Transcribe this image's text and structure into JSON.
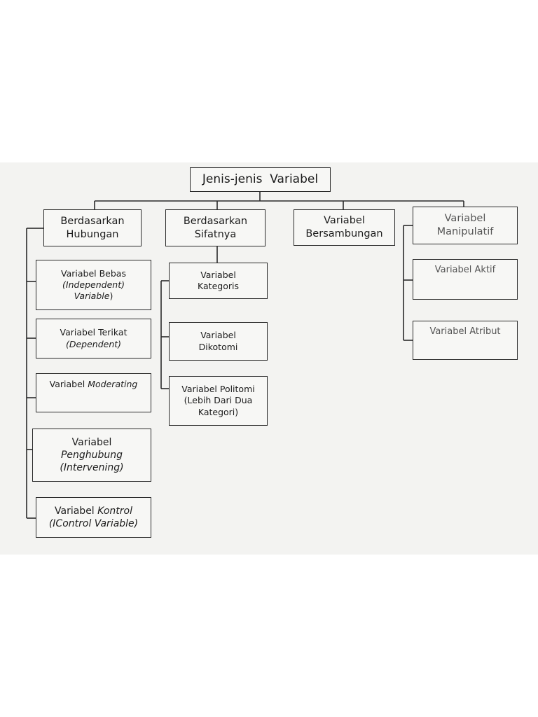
{
  "root": {
    "title": "Jenis-jenis  Variabel"
  },
  "categories": {
    "hubungan": {
      "line1": "Berdasarkan",
      "line2": "Hubungan"
    },
    "sifatnya": {
      "line1": "Berdasarkan",
      "line2": "Sifatnya"
    },
    "bersambungan": {
      "line1": "Variabel",
      "line2": "Bersambungan"
    },
    "manipulatif": {
      "line1": "Variabel",
      "line2": "Manipulatif"
    }
  },
  "hubungan_items": {
    "bebas": {
      "line1": "Variabel Bebas",
      "line2": "(Independent)",
      "line3a": "Variable",
      "line3b": ")"
    },
    "terikat": {
      "line1": "Variabel Terikat",
      "line2": "(Dependent)"
    },
    "moderating": {
      "prefix": "Variabel ",
      "italic": "Moderating"
    },
    "penghubung": {
      "line1": "Variabel",
      "line2": "Penghubung",
      "line3": "(Intervening)"
    },
    "kontrol": {
      "prefix": "Variabel ",
      "italic": "Kontrol",
      "line2": "(IControl Variable)"
    }
  },
  "sifatnya_items": {
    "kategoris": {
      "line1": "Variabel",
      "line2": "Kategoris"
    },
    "dikotomi": {
      "line1": "Variabel",
      "line2": "Dikotomi"
    },
    "politomi": {
      "line1": "Variabel Politomi",
      "line2": "(Lebih Dari Dua",
      "line3": "Kategori)"
    }
  },
  "manipulatif_items": {
    "aktif": {
      "label": "Variabel Aktif"
    },
    "atribut": {
      "label": "Variabel Atribut"
    }
  }
}
